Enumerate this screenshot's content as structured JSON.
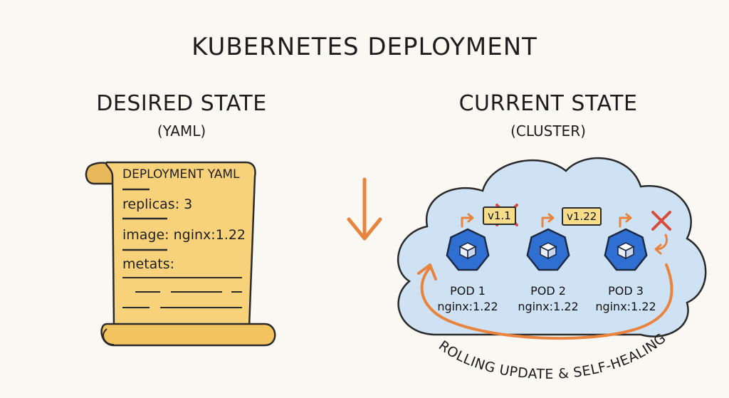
{
  "title": "KUBERNETES DEPLOYMENT",
  "desired": {
    "heading": "DESIRED STATE",
    "subheading": "(YAML)",
    "scroll": {
      "header": "DEPLOYMENT YAML",
      "replicas": "replicas: 3",
      "image": "image: nginx:1.22",
      "metadata": "metats:"
    }
  },
  "current": {
    "heading": "CURRENT STATE",
    "subheading": "(CLUSTER)"
  },
  "pods": [
    {
      "name": "POD 1",
      "image": "nginx:1.22",
      "badge": "v1.1",
      "badge_crossed": true
    },
    {
      "name": "POD 2",
      "image": "nginx:1.22",
      "badge": "v1.22",
      "badge_crossed": false
    },
    {
      "name": "POD 3",
      "image": "nginx:1.22",
      "badge": "",
      "badge_crossed": true
    }
  ],
  "curve_label": "ROLLING UPDATE & SELF-HEALING",
  "colors": {
    "scroll_fill": "#f7d27a",
    "cloud_fill": "#cfe2f3",
    "pod_hex": "#2e6fd1",
    "arrow_orange": "#e8843e",
    "cross_red": "#d84a3a",
    "badge_fill": "#f7dc8a"
  }
}
